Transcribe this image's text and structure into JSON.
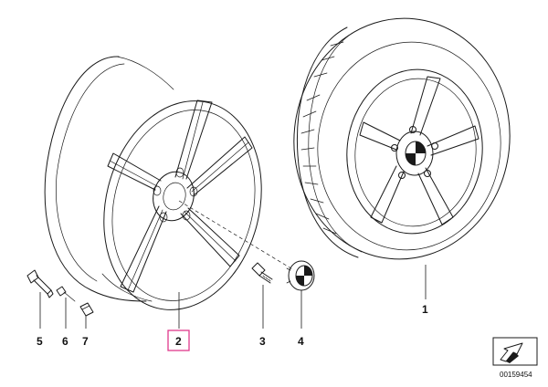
{
  "diagram": {
    "callouts": [
      {
        "id": "1",
        "label": "1"
      },
      {
        "id": "2",
        "label": "2",
        "highlighted": true
      },
      {
        "id": "3",
        "label": "3"
      },
      {
        "id": "4",
        "label": "4"
      },
      {
        "id": "5",
        "label": "5"
      },
      {
        "id": "6",
        "label": "6"
      },
      {
        "id": "7",
        "label": "7"
      }
    ],
    "document_number": "00159454",
    "highlight_color": "#e0388c",
    "line_color": "#1a1a1a",
    "icons": [
      "wheel-rim-drawing",
      "complete-wheel-with-tire-drawing",
      "wheel-bolt-drawing",
      "hub-cap-drawing",
      "valve-stem-drawing",
      "valve-core-drawing",
      "valve-cap-drawing",
      "view-direction-arrow-icon"
    ]
  }
}
